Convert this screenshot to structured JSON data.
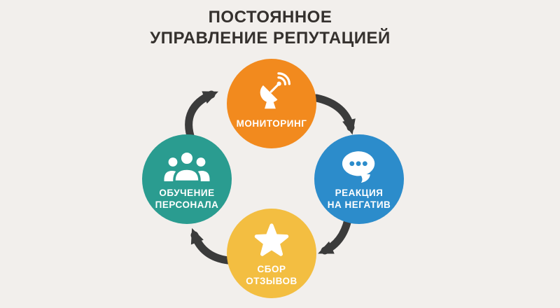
{
  "background": "#F2EFEC",
  "title": {
    "lines": [
      "ПОСТОЯННОЕ",
      "УПРАВЛЕНИЕ РЕПУТАЦИЕЙ"
    ],
    "color": "#35312E"
  },
  "arrow_color": "#3B3B3B",
  "nodes": [
    {
      "id": "monitoring",
      "label_lines": [
        "МОНИТОРИНГ",
        ""
      ],
      "color": "#F28A1E",
      "icon": "satellite-dish-icon"
    },
    {
      "id": "reaction-to-negative",
      "label_lines": [
        "РЕАКЦИЯ",
        "НА НЕГАТИВ"
      ],
      "color": "#2C8CCB",
      "icon": "speech-bubble-icon"
    },
    {
      "id": "collect-reviews",
      "label_lines": [
        "СБОР",
        "ОТЗЫВОВ"
      ],
      "color": "#F3BE41",
      "icon": "star-icon"
    },
    {
      "id": "staff-training",
      "label_lines": [
        "ОБУЧЕНИЕ",
        "ПЕРСОНАЛА"
      ],
      "color": "#2A9C90",
      "icon": "people-icon"
    }
  ]
}
